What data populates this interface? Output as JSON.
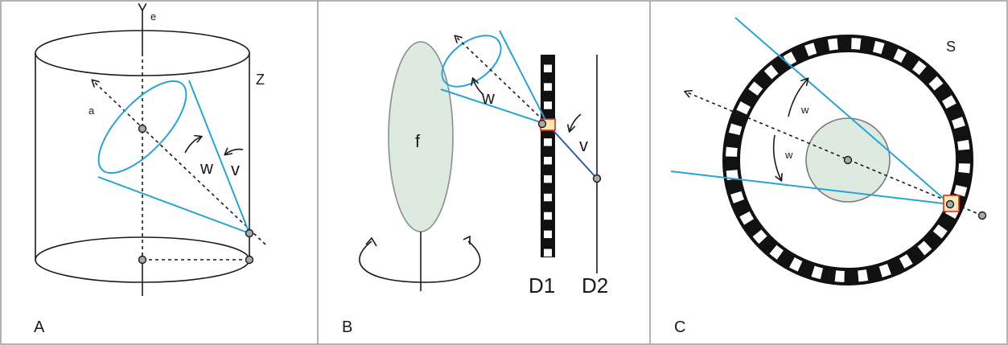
{
  "panels": [
    {
      "id": "A",
      "label": "A"
    },
    {
      "id": "B",
      "label": "B"
    },
    {
      "id": "C",
      "label": "C"
    }
  ],
  "panel_a": {
    "axis": "e",
    "cylinder": "Z",
    "direction": "a",
    "angle_w": "w",
    "angle_v": "v"
  },
  "panel_b": {
    "object": "f",
    "angle_w": "w",
    "angle_v": "v",
    "detector1": "D1",
    "detector2": "D2"
  },
  "panel_c": {
    "ring": "S",
    "angle_w1": "w",
    "angle_w2": "w"
  },
  "colors": {
    "beam": "#29a3d6",
    "object_fill": "#dceadf",
    "pixel_fill": "#fde9b0",
    "pixel_border": "#e0282a",
    "ink": "#1a1a1a",
    "frame": "#9a9a9a"
  }
}
